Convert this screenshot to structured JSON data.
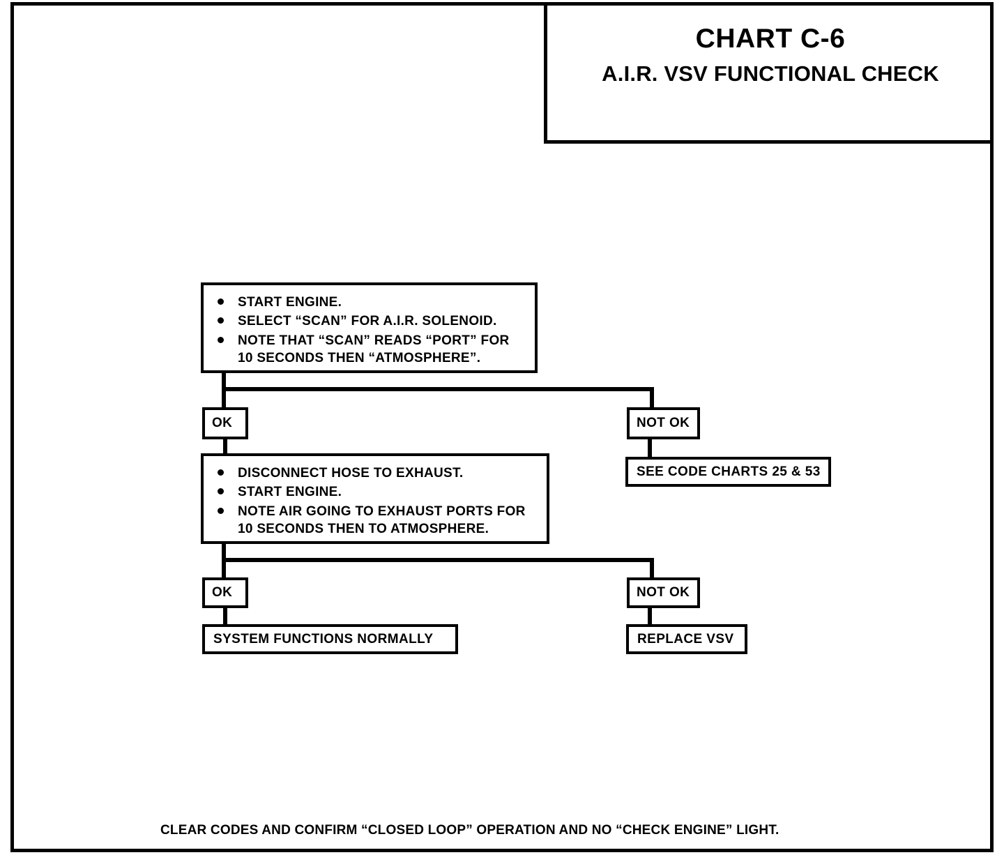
{
  "title": {
    "main": "CHART C-6",
    "sub": "A.I.R. VSV FUNCTIONAL CHECK"
  },
  "colors": {
    "ink": "#000000",
    "paper": "#ffffff"
  },
  "flow": {
    "step1": {
      "bullets": [
        "START ENGINE.",
        "SELECT “SCAN” FOR A.I.R. SOLENOID.",
        "NOTE THAT “SCAN” READS “PORT” FOR\n10 SECONDS THEN “ATMOSPHERE”."
      ]
    },
    "branch1": {
      "ok_label": "OK",
      "not_ok_label": "NOT OK",
      "not_ok_result": "SEE CODE CHARTS 25 & 53"
    },
    "step2": {
      "bullets": [
        "DISCONNECT HOSE TO EXHAUST.",
        "START ENGINE.",
        "NOTE AIR GOING TO EXHAUST PORTS FOR\n10 SECONDS THEN TO ATMOSPHERE."
      ]
    },
    "branch2": {
      "ok_label": "OK",
      "not_ok_label": "NOT OK",
      "ok_result": "SYSTEM FUNCTIONS NORMALLY",
      "not_ok_result": "REPLACE VSV"
    }
  },
  "footer": {
    "note": "CLEAR CODES AND CONFIRM “CLOSED LOOP” OPERATION  AND NO “CHECK ENGINE” LIGHT."
  }
}
